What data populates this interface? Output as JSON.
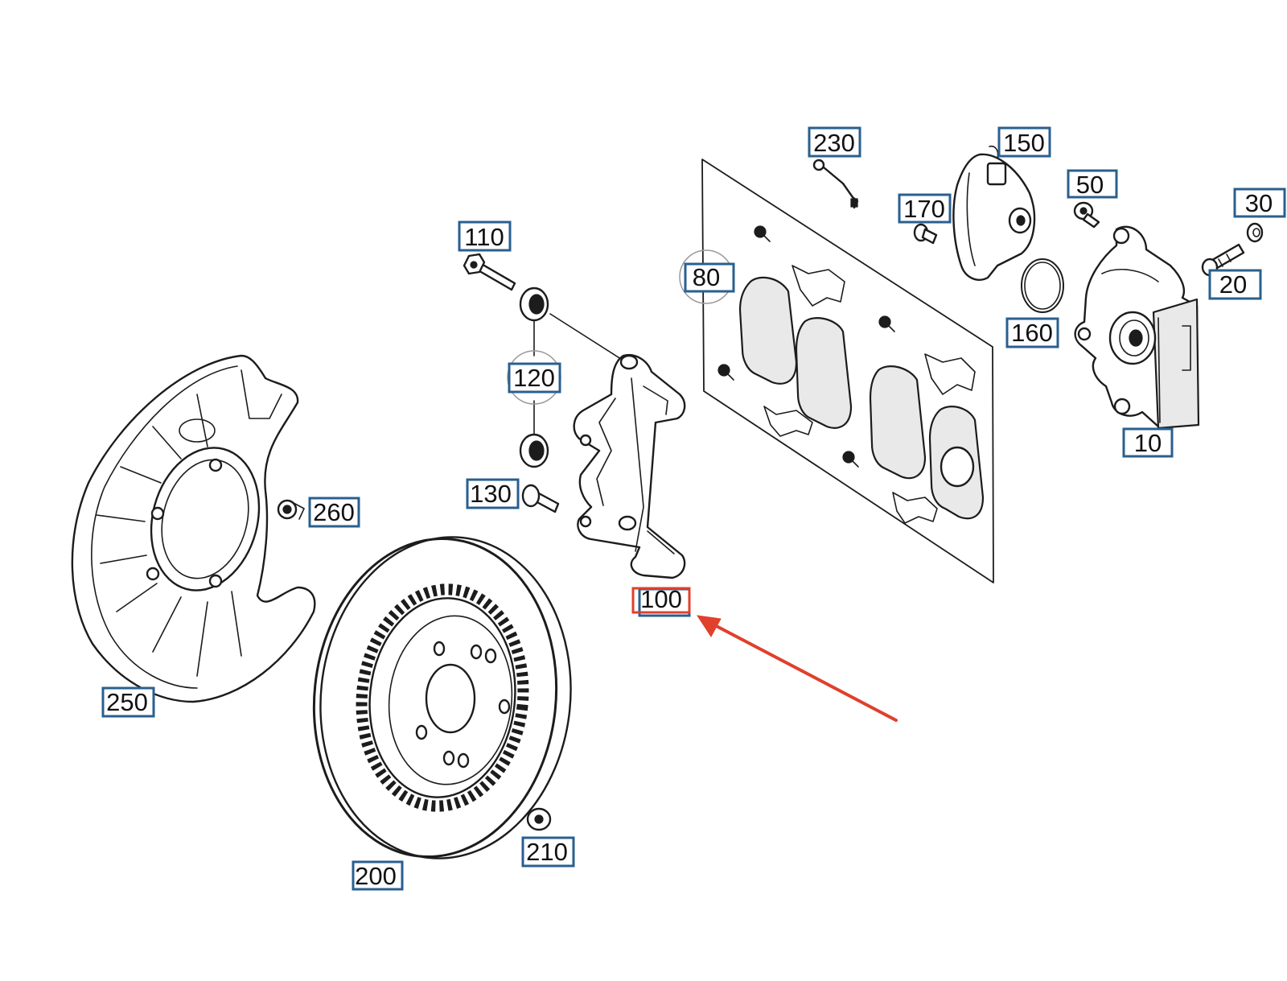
{
  "callouts": {
    "c230": "230",
    "c150": "150",
    "c50": "50",
    "c30": "30",
    "c170": "170",
    "c110": "110",
    "c80": "80",
    "c20": "20",
    "c160": "160",
    "c120": "120",
    "c10": "10",
    "c130": "130",
    "c260": "260",
    "c100": "100",
    "c250": "250",
    "c210": "210",
    "c200": "200"
  },
  "colors": {
    "callout_border": "#2a5f8f",
    "highlight_border": "#e0402c",
    "arrow": "#e0402c",
    "line_art": "#1c1c1c"
  },
  "highlighted_part": "100"
}
